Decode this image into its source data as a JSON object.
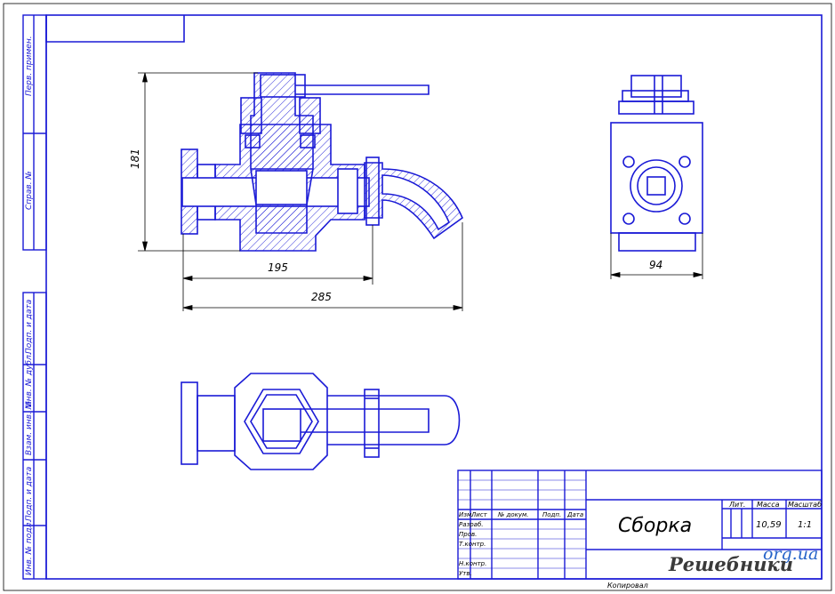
{
  "colors": {
    "line": "#1a1ad6",
    "frame": "#000000",
    "hatch": "#1a1ad6",
    "watermark_blue": "#2563c9",
    "watermark_dark": "#3a3a3a"
  },
  "dimensions": {
    "height": "181",
    "length_inner": "195",
    "length_total": "285",
    "width": "94"
  },
  "side_stamp": {
    "perv_primen": "Перв. примен.",
    "sprav_no": "Справ. №",
    "podp_data_1": "Подп. и дата",
    "inv_dubl": "Инв. № дубл.",
    "vzam_inv": "Взам. инв. №",
    "podp_data_2": "Подп. и дата",
    "inv_podl": "Инв. № подл."
  },
  "title_block": {
    "title": "Сборка",
    "lit_label": "Лит.",
    "massa_label": "Масса",
    "masshtab_label": "Масштаб",
    "massa_value": "10,59",
    "masshtab_value": "1:1",
    "col_izm": "Изм.",
    "col_list": "Лист",
    "col_docum": "№ докум.",
    "col_podp": "Подп.",
    "col_data": "Дата",
    "row_razrab": "Разраб.",
    "row_prov": "Пров.",
    "row_tkontr": "Т.контр.",
    "row_nkontr": "Н.контр.",
    "row_utv": "Утв.",
    "kopiroval": "Копировал"
  },
  "watermark": {
    "name": "Решебники",
    "domain": "org.ua"
  }
}
